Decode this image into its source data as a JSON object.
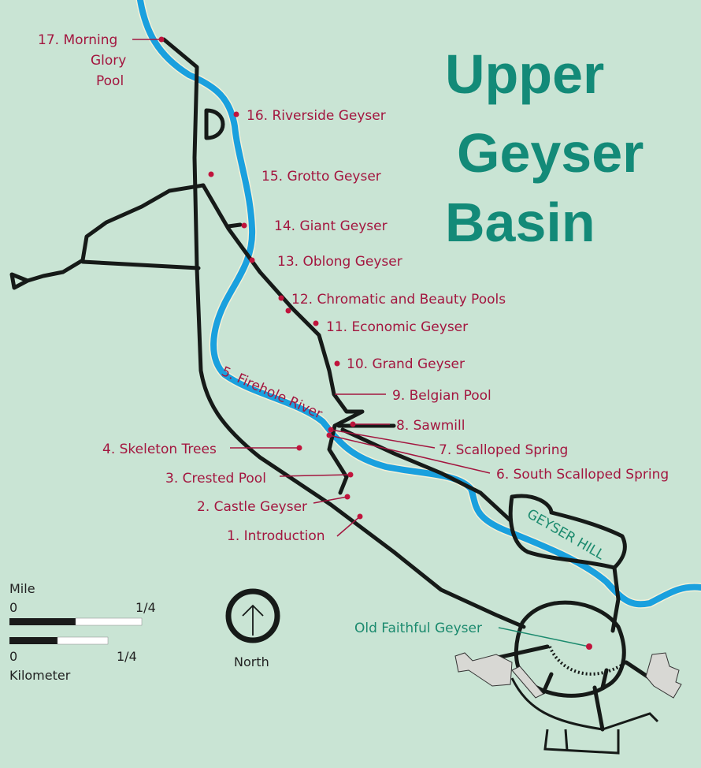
{
  "title": {
    "line1": "Upper",
    "line2": "Geyser",
    "line3": "Basin"
  },
  "labels": {
    "l17a": "17. Morning",
    "l17b": "Glory",
    "l17c": "Pool",
    "l16": "16. Riverside Geyser",
    "l15": "15. Grotto Geyser",
    "l14": "14. Giant Geyser",
    "l13": "13. Oblong Geyser",
    "l12": "12. Chromatic and Beauty Pools",
    "l11": "11. Economic Geyser",
    "l10": "10. Grand Geyser",
    "l9": "9. Belgian Pool",
    "l8": "8. Sawmill",
    "l7": "7. Scalloped Spring",
    "l6": "6. South Scalloped Spring",
    "l5": "5. Firehole River",
    "l4": "4. Skeleton Trees",
    "l3": "3. Crested Pool",
    "l2": "2. Castle Geyser",
    "l1": "1. Introduction"
  },
  "geyser_hill": "GEYSER HILL",
  "old_faithful": "Old Faithful Geyser",
  "scale": {
    "mile_label": "Mile",
    "mile_start": "0",
    "mile_end": "1/4",
    "km_label": "Kilometer",
    "km_start": "0",
    "km_end": "1/4"
  },
  "north": "North",
  "colors": {
    "background": "#c9e4d4",
    "label": "#a3163f",
    "title": "#138a78",
    "river": "#1aa0de",
    "road": "#161a18"
  }
}
